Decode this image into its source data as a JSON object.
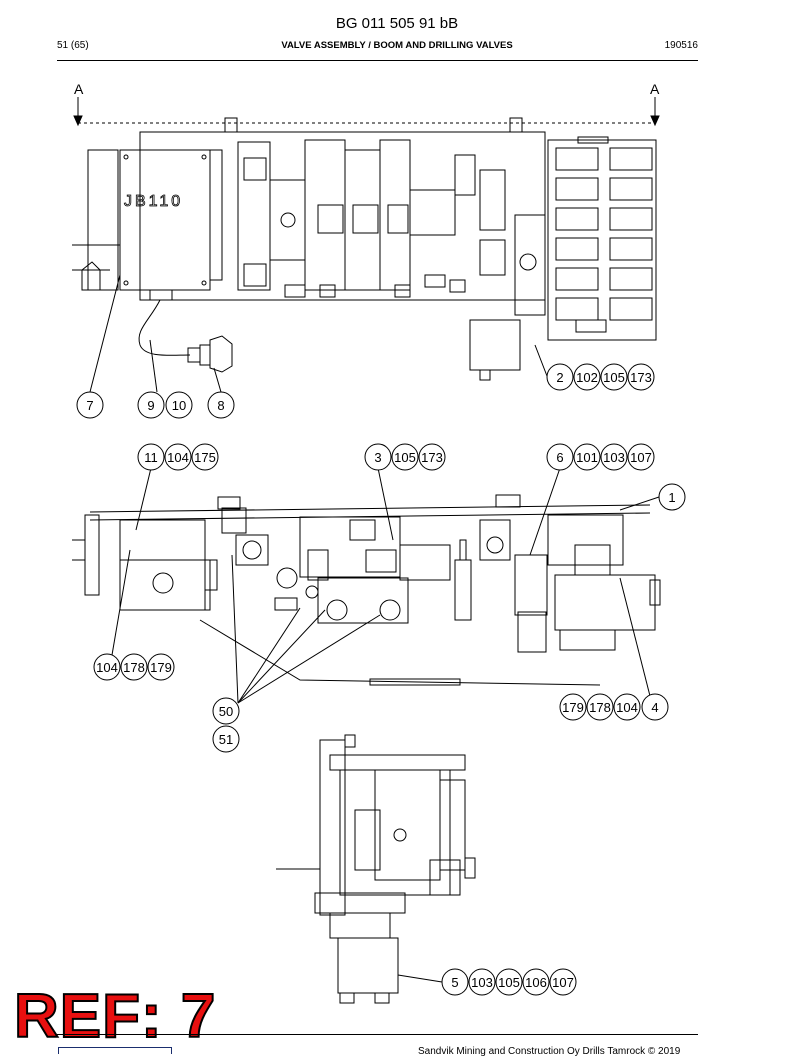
{
  "document": {
    "title": "BG 011 505 91 bB",
    "page": "51 (65)",
    "section": "VALVE ASSEMBLY / BOOM AND DRILLING VALVES",
    "date_code": "190516",
    "footer": "Sandvik Mining and Construction Oy Drills Tamrock © 2019",
    "ref_stamp": "REF: 7",
    "section_mark": "A",
    "panel_label": "JB110"
  },
  "callouts": {
    "c7": "7",
    "c9": "9",
    "c10": "10",
    "c8": "8",
    "c2": "2",
    "c102a": "102",
    "c105a": "105",
    "c173a": "173",
    "c11": "11",
    "c104a": "104",
    "c175": "175",
    "c3": "3",
    "c105b": "105",
    "c173b": "173",
    "c6": "6",
    "c101": "101",
    "c103a": "103",
    "c107a": "107",
    "c1": "1",
    "c104b": "104",
    "c178a": "178",
    "c179a": "179",
    "c50": "50",
    "c51": "51",
    "c179b": "179",
    "c178b": "178",
    "c104c": "104",
    "c4": "4",
    "c5": "5",
    "c103b": "103",
    "c105c": "105",
    "c106": "106",
    "c107b": "107"
  }
}
